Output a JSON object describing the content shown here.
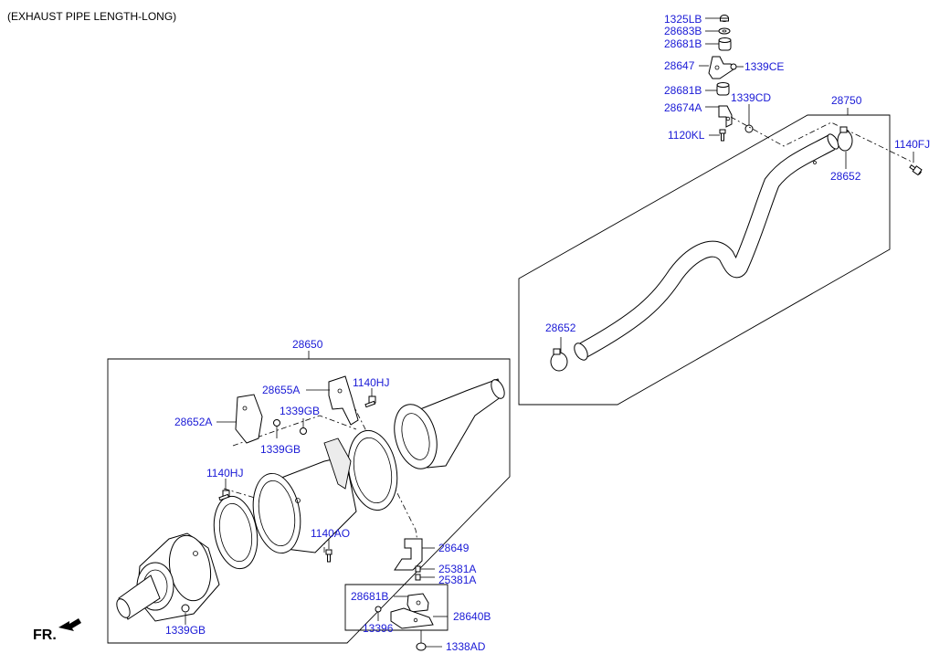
{
  "header": {
    "title": "(EXHAUST PIPE LENGTH-LONG)"
  },
  "fr_label": "FR.",
  "labels": {
    "l_1325LB": "1325LB",
    "l_28683B": "28683B",
    "l_28681B_top": "28681B",
    "l_28647": "28647",
    "l_1339CE": "1339CE",
    "l_28681B_mid": "28681B",
    "l_1339CD": "1339CD",
    "l_28674A": "28674A",
    "l_1120KL": "1120KL",
    "l_28750": "28750",
    "l_1140FJ": "1140FJ",
    "l_28652_right": "28652",
    "l_28652_mid": "28652",
    "l_28650": "28650",
    "l_28655A": "28655A",
    "l_1140HJ_top": "1140HJ",
    "l_1339GB_a": "1339GB",
    "l_28652A": "28652A",
    "l_1339GB_b": "1339GB",
    "l_1140HJ_left": "1140HJ",
    "l_1140AO": "1140AO",
    "l_28649": "28649",
    "l_25381A_a": "25381A",
    "l_25381A_b": "25381A",
    "l_28681B_bot": "28681B",
    "l_28640B": "28640B",
    "l_13396": "13396",
    "l_1339GB_c": "1339GB",
    "l_1338AD": "1338AD"
  }
}
